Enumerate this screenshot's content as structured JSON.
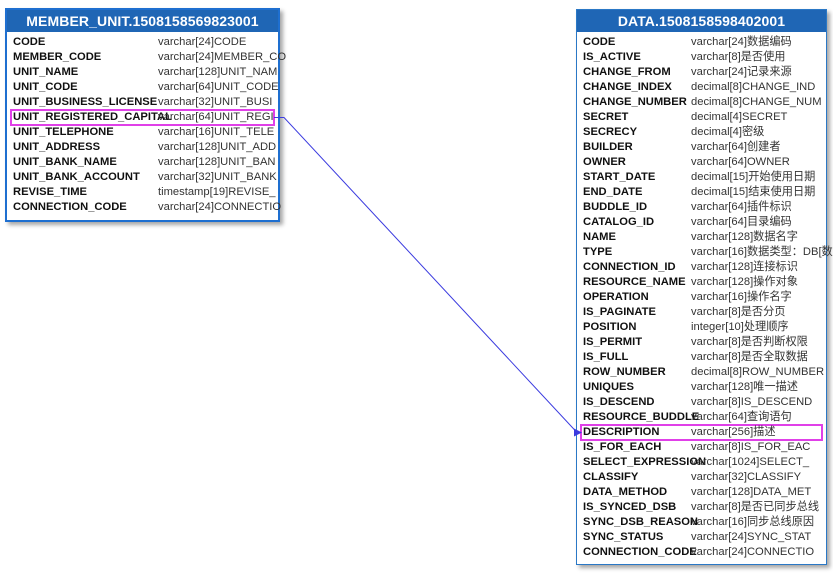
{
  "entities": [
    {
      "id": "e1",
      "title": "MEMBER_UNIT.1508158569823001",
      "fields": [
        {
          "name": "CODE",
          "type": "varchar[24]CODE"
        },
        {
          "name": "MEMBER_CODE",
          "type": "varchar[24]MEMBER_CO"
        },
        {
          "name": "UNIT_NAME",
          "type": "varchar[128]UNIT_NAM"
        },
        {
          "name": "UNIT_CODE",
          "type": "varchar[64]UNIT_CODE"
        },
        {
          "name": "UNIT_BUSINESS_LICENSE",
          "type": "varchar[32]UNIT_BUSI"
        },
        {
          "name": "UNIT_REGISTERED_CAPITAL",
          "type": "varchar[64]UNIT_REGI"
        },
        {
          "name": "UNIT_TELEPHONE",
          "type": "varchar[16]UNIT_TELE"
        },
        {
          "name": "UNIT_ADDRESS",
          "type": "varchar[128]UNIT_ADD"
        },
        {
          "name": "UNIT_BANK_NAME",
          "type": "varchar[128]UNIT_BAN"
        },
        {
          "name": "UNIT_BANK_ACCOUNT",
          "type": "varchar[32]UNIT_BANK"
        },
        {
          "name": "REVISE_TIME",
          "type": "timestamp[19]REVISE_"
        },
        {
          "name": "CONNECTION_CODE",
          "type": "varchar[24]CONNECTIO"
        }
      ]
    },
    {
      "id": "e2",
      "title": "DATA.1508158598402001",
      "fields": [
        {
          "name": "CODE",
          "type": "varchar[24]数据编码"
        },
        {
          "name": "IS_ACTIVE",
          "type": "varchar[8]是否使用"
        },
        {
          "name": "CHANGE_FROM",
          "type": "varchar[24]记录来源"
        },
        {
          "name": "CHANGE_INDEX",
          "type": "decimal[8]CHANGE_IND"
        },
        {
          "name": "CHANGE_NUMBER",
          "type": "decimal[8]CHANGE_NUM"
        },
        {
          "name": "SECRET",
          "type": "decimal[4]SECRET"
        },
        {
          "name": "SECRECY",
          "type": "decimal[4]密级"
        },
        {
          "name": "BUILDER",
          "type": "varchar[64]创建者"
        },
        {
          "name": "OWNER",
          "type": "varchar[64]OWNER"
        },
        {
          "name": "START_DATE",
          "type": "decimal[15]开始使用日期"
        },
        {
          "name": "END_DATE",
          "type": "decimal[15]结束使用日期"
        },
        {
          "name": "BUDDLE_ID",
          "type": "varchar[64]插件标识"
        },
        {
          "name": "CATALOG_ID",
          "type": "varchar[64]目录编码"
        },
        {
          "name": "NAME",
          "type": "varchar[128]数据名字"
        },
        {
          "name": "TYPE",
          "type": "varchar[16]数据类型：DB[数"
        },
        {
          "name": "CONNECTION_ID",
          "type": "varchar[128]连接标识"
        },
        {
          "name": "RESOURCE_NAME",
          "type": "varchar[128]操作对象"
        },
        {
          "name": "OPERATION",
          "type": "varchar[16]操作名字"
        },
        {
          "name": "IS_PAGINATE",
          "type": "varchar[8]是否分页"
        },
        {
          "name": "POSITION",
          "type": "integer[10]处理顺序"
        },
        {
          "name": "IS_PERMIT",
          "type": "varchar[8]是否判断权限"
        },
        {
          "name": "IS_FULL",
          "type": "varchar[8]是否全取数据"
        },
        {
          "name": "ROW_NUMBER",
          "type": "decimal[8]ROW_NUMBER"
        },
        {
          "name": "UNIQUES",
          "type": "varchar[128]唯一描述"
        },
        {
          "name": "IS_DESCEND",
          "type": "varchar[8]IS_DESCEND"
        },
        {
          "name": "RESOURCE_BUDDLE",
          "type": "varchar[64]查询语句"
        },
        {
          "name": "DESCRIPTION",
          "type": "varchar[256]描述"
        },
        {
          "name": "IS_FOR_EACH",
          "type": "varchar[8]IS_FOR_EAC"
        },
        {
          "name": "SELECT_EXPRESSION",
          "type": "varchar[1024]SELECT_"
        },
        {
          "name": "CLASSIFY",
          "type": "varchar[32]CLASSIFY"
        },
        {
          "name": "DATA_METHOD",
          "type": "varchar[128]DATA_MET"
        },
        {
          "name": "IS_SYNCED_DSB",
          "type": "varchar[8]是否已同步总线"
        },
        {
          "name": "SYNC_DSB_REASON",
          "type": "varchar[16]同步总线原因"
        },
        {
          "name": "SYNC_STATUS",
          "type": "varchar[24]SYNC_STAT"
        },
        {
          "name": "CONNECTION_CODE",
          "type": "varchar[24]CONNECTIO"
        }
      ]
    }
  ],
  "relationship": {
    "from": {
      "entity": "MEMBER_UNIT.1508158569823001",
      "field": "UNIT_REGISTERED_CAPITAL"
    },
    "to": {
      "entity": "DATA.1508158598402001",
      "field": "DESCRIPTION"
    },
    "highlight_color": "#e040e8",
    "line_color": "#3b3bdf"
  },
  "colors": {
    "header_bg": "#1f66b5",
    "header_text": "#ffffff",
    "border": "#2a78c6"
  }
}
